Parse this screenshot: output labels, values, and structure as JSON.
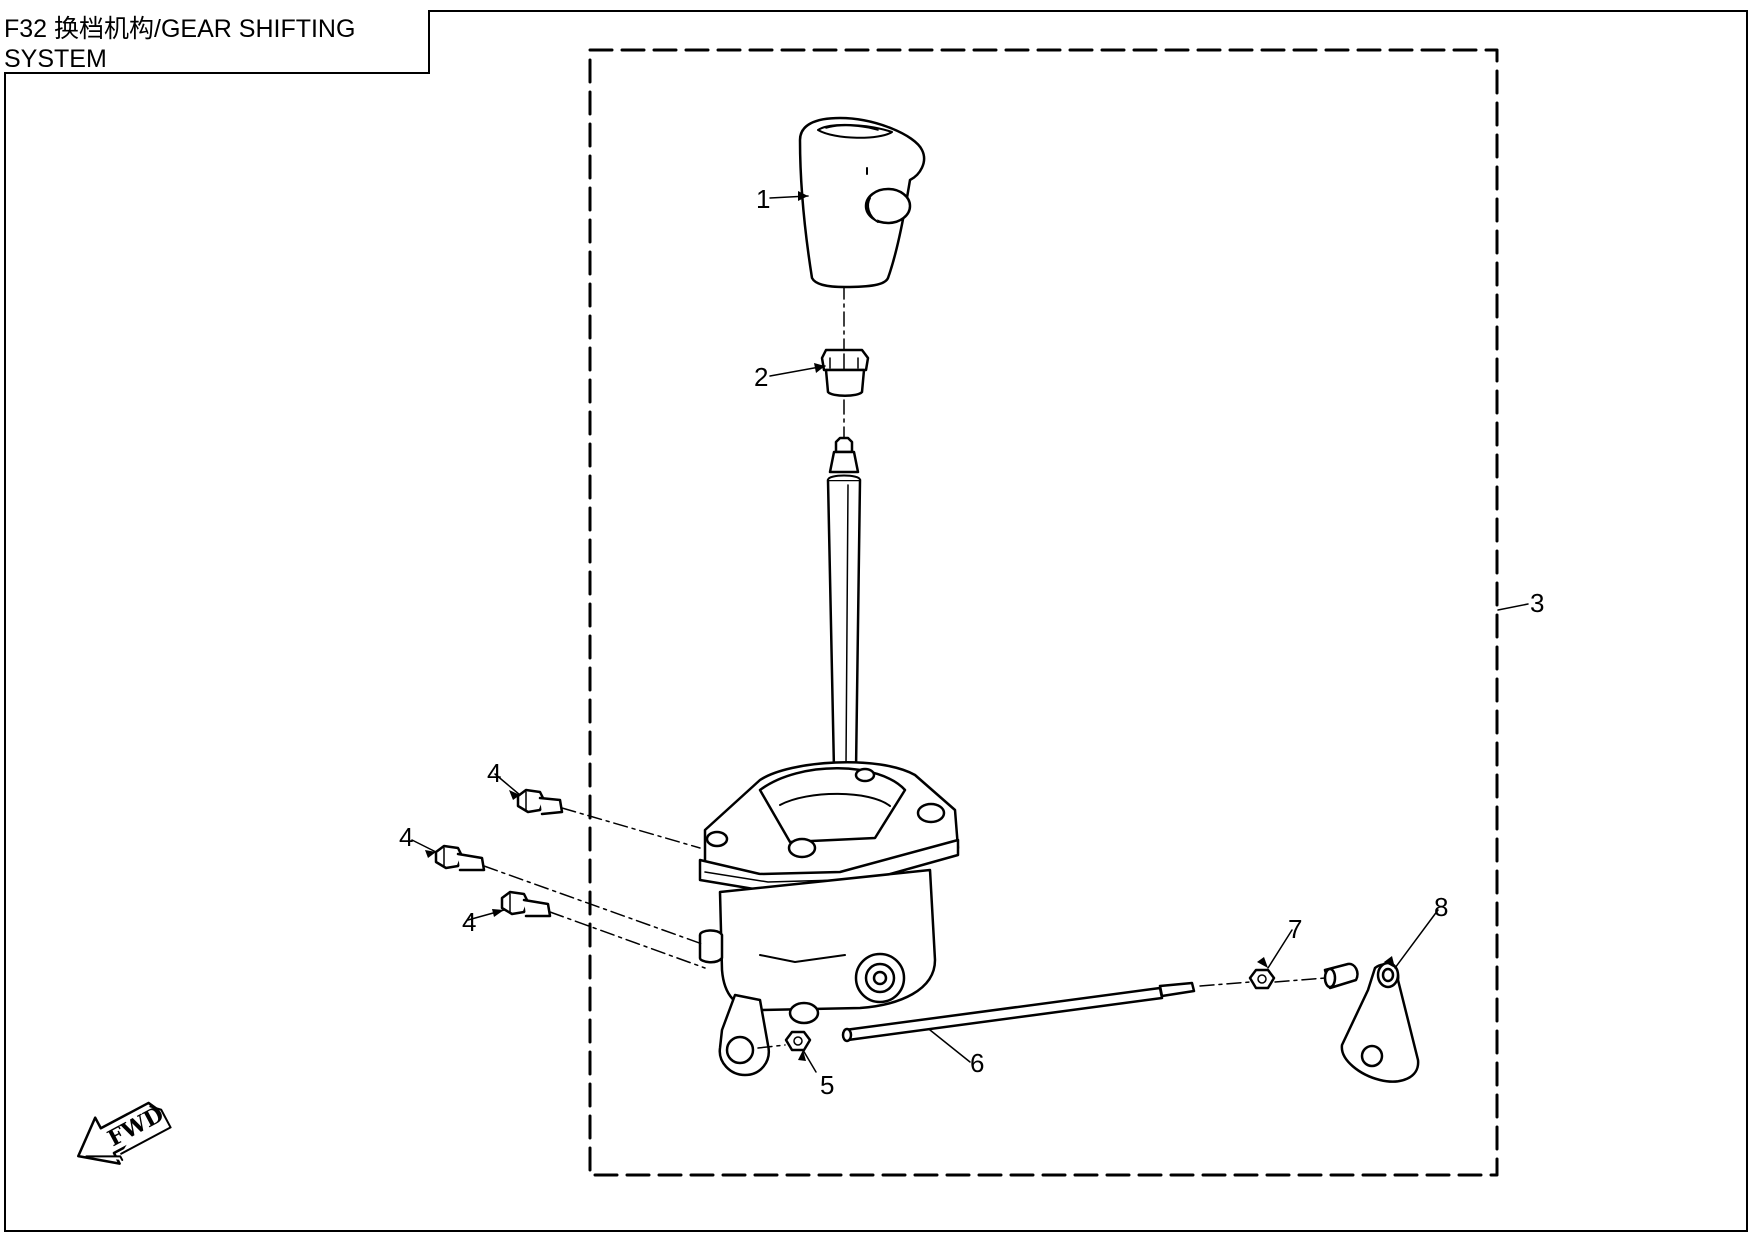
{
  "title": "F32 换档机构/GEAR SHIFTING SYSTEM",
  "callouts": [
    {
      "id": "1",
      "label": "1"
    },
    {
      "id": "2",
      "label": "2"
    },
    {
      "id": "3",
      "label": "3"
    },
    {
      "id": "4a",
      "label": "4"
    },
    {
      "id": "4b",
      "label": "4"
    },
    {
      "id": "4c",
      "label": "4"
    },
    {
      "id": "5",
      "label": "5"
    },
    {
      "id": "6",
      "label": "6"
    },
    {
      "id": "7",
      "label": "7"
    },
    {
      "id": "8",
      "label": "8"
    }
  ],
  "direction_marker": {
    "label": "FWD",
    "icon": "forward-arrow-icon"
  }
}
